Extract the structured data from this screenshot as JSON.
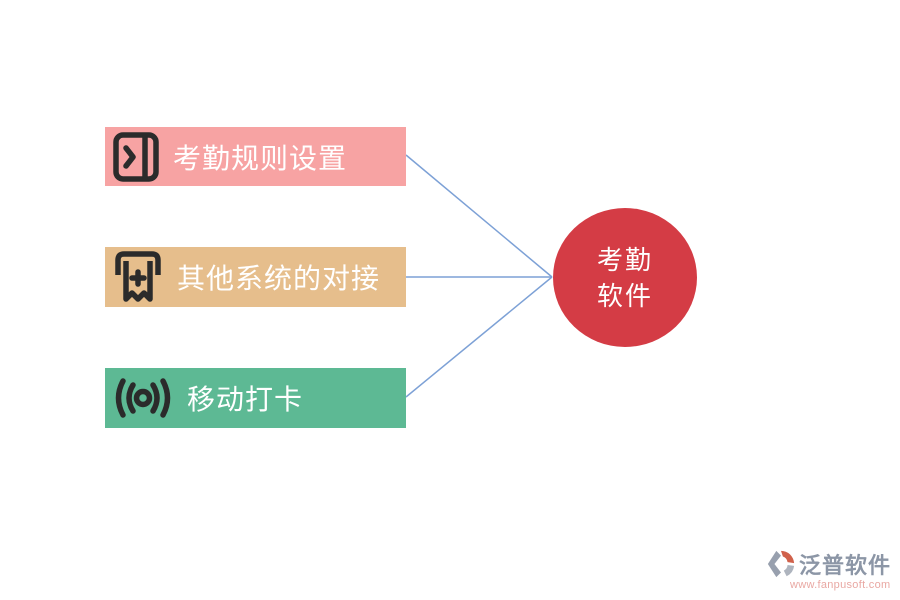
{
  "diagram": {
    "nodes": [
      {
        "label": "考勤规则设置",
        "icon": "door-enter-icon",
        "color": "#F7A3A3"
      },
      {
        "label": "其他系统的对接",
        "icon": "receipt-printer-icon",
        "color": "#E6BE8C"
      },
      {
        "label": "移动打卡",
        "icon": "wireless-signal-icon",
        "color": "#5DB994"
      }
    ],
    "center": {
      "label_line1": "考勤",
      "label_line2": "软件",
      "color": "#D43C45"
    },
    "connector_color": "#7DA1D6",
    "icon_color": "#2B2B2B",
    "label_text_color": "#FFFFFF"
  },
  "watermark": {
    "brand": "泛普软件",
    "url": "www.fanpusoft.com",
    "brand_color": "#8C96A6",
    "url_color": "#E9A8A3"
  }
}
